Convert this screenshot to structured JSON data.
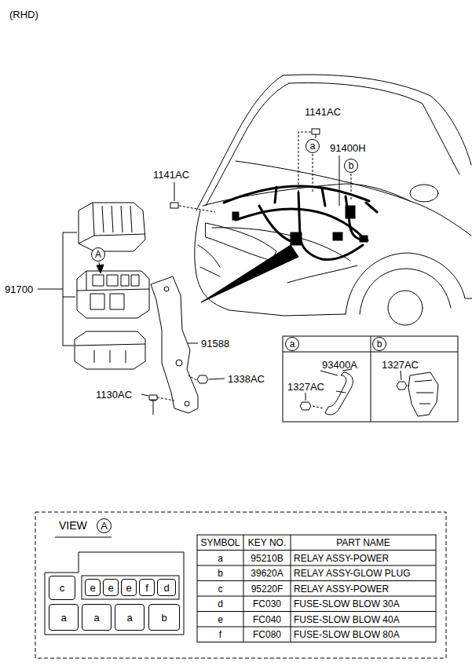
{
  "diagram": {
    "nodes": [
      {
        "text": [
          "a"
        ]
      },
      {
        "text": [
          "b"
        ]
      },
      {
        "text": [
          "A"
        ]
      },
      {
        "text": [
          "a"
        ]
      },
      {
        "text": [
          "b"
        ]
      },
      {
        "text": [
          "A"
        ]
      },
      {
        "text": [
          "c"
        ]
      },
      {
        "text": [
          "e"
        ]
      },
      {
        "text": [
          "e"
        ]
      },
      {
        "text": [
          "e"
        ]
      },
      {
        "text": [
          "f"
        ]
      },
      {
        "text": [
          "d"
        ]
      },
      {
        "text": [
          "a"
        ]
      },
      {
        "text": [
          "a"
        ]
      },
      {
        "text": [
          "a"
        ]
      },
      {
        "text": [
          "b"
        ]
      }
    ],
    "labels": [
      "(RHD)",
      "1141AC",
      "91400H",
      "1141AC",
      "91700",
      "91588",
      "1338AC",
      "1130AC",
      "93400A",
      "1327AC",
      "1327AC",
      "VIEW",
      "SYMBOL",
      "KEY NO.",
      "PART NAME",
      "a",
      "95210B",
      "RELAY ASSY-POWER",
      "b",
      "39620A",
      "RELAY ASSY-GLOW PLUG",
      "c",
      "95220F",
      "RELAY ASSY-POWER",
      "d",
      "FC030",
      "FUSE-SLOW BLOW 30A",
      "e",
      "FC040",
      "FUSE-SLOW BLOW 40A",
      "f",
      "FC080",
      "FUSE-SLOW BLOW 80A"
    ]
  }
}
